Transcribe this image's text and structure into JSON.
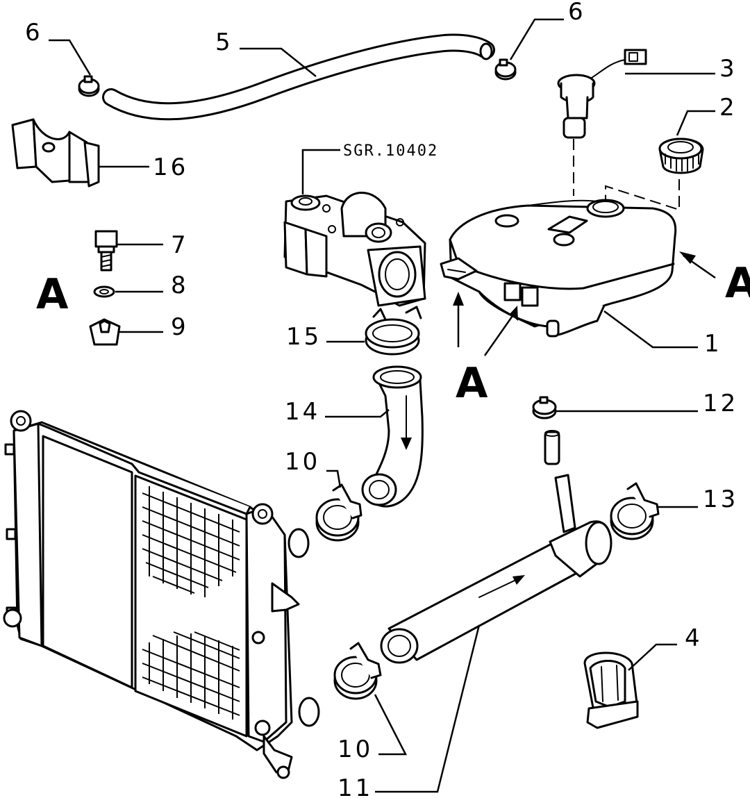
{
  "reference_code": "SGR.10402",
  "callouts": {
    "c1": "1",
    "c2": "2",
    "c3": "3",
    "c4": "4",
    "c5": "5",
    "c6a": "6",
    "c6b": "6",
    "c7": "7",
    "c8": "8",
    "c9": "9",
    "c10a": "10",
    "c10b": "10",
    "c11": "11",
    "c12": "12",
    "c13": "13",
    "c14": "14",
    "c15": "15",
    "c16": "16"
  },
  "view_labels": {
    "left": "A",
    "right": "A",
    "bottom": "A"
  }
}
